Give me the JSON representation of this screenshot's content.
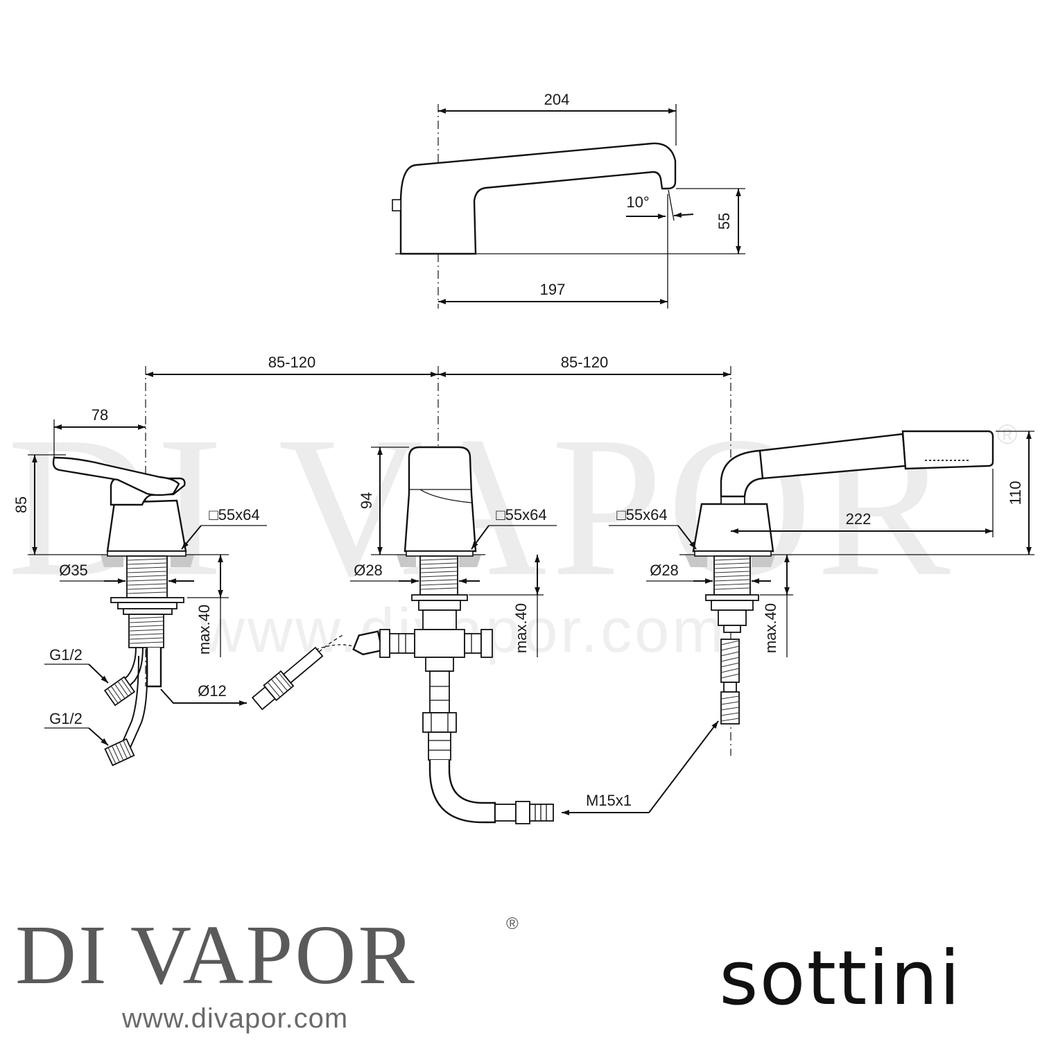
{
  "watermark": {
    "brand": "DI VAPOR",
    "registered": "®",
    "url": "www.divapor.com"
  },
  "logo": {
    "brand": "DI VAPOR",
    "registered": "®",
    "url": "www.divapor.com",
    "manufacturer": "sottini"
  },
  "spout_view": {
    "length_top": "204",
    "length_bottom": "197",
    "height": "55",
    "angle": "10°"
  },
  "spacing": {
    "left_gap": "85-120",
    "right_gap": "85-120"
  },
  "left_valve": {
    "handle_reach": "78",
    "height": "85",
    "base_size": "□55x64",
    "hole_diameter": "Ø35",
    "max_deck": "max.40",
    "inlet_1": "G1/2",
    "inlet_2": "G1/2",
    "hose_diameter": "Ø12"
  },
  "center_valve": {
    "height": "94",
    "base_size": "□55x64",
    "hole_diameter": "Ø28",
    "max_deck": "max.40"
  },
  "right_unit": {
    "base_size": "□55x64",
    "hole_diameter": "Ø28",
    "max_deck": "max.40",
    "handshower_length": "222",
    "height": "110",
    "connection_thread": "M15x1"
  }
}
